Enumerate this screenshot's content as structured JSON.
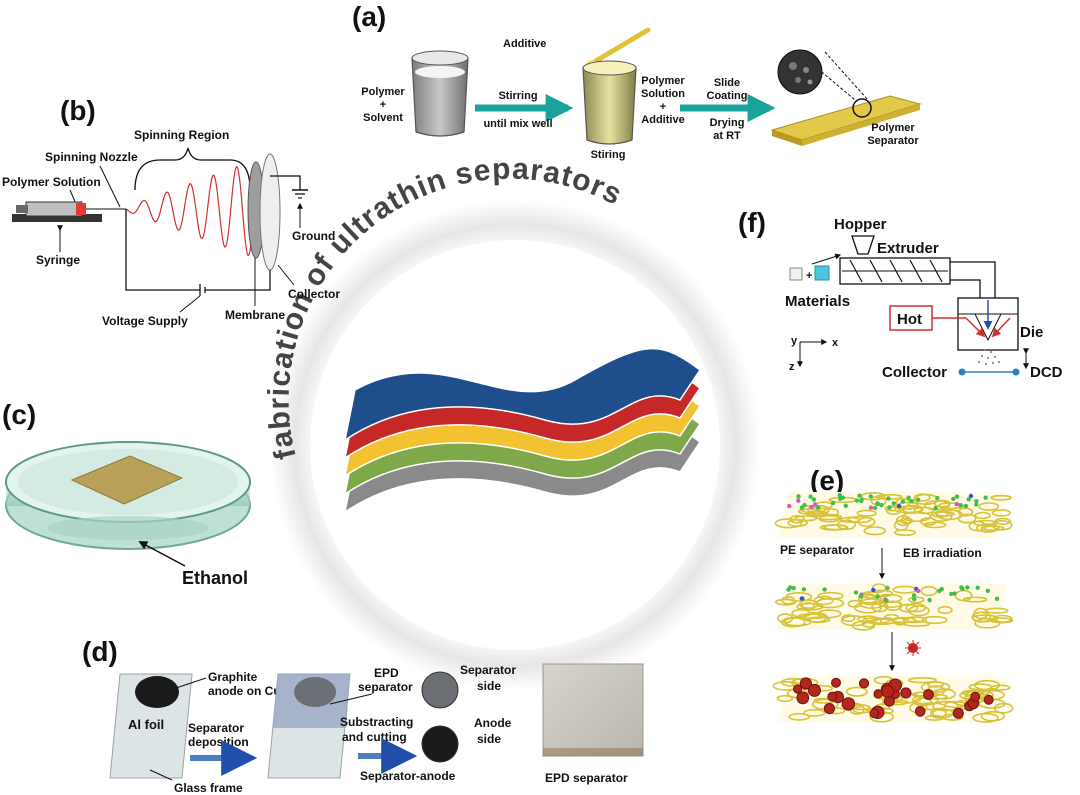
{
  "center": {
    "arc_title": "fabrication of ultrathin separators",
    "layer_colors": [
      "#1f4e8c",
      "#c62828",
      "#f2c230",
      "#7fa84a",
      "#8a8a8a"
    ]
  },
  "panel_a": {
    "tag": "(a)",
    "polymer_l1": "Polymer",
    "polymer_l2": "+",
    "polymer_l3": "Solvent",
    "stirring_l1": "Stirring",
    "stirring_l2": "until mix well",
    "additive": "Additive",
    "mix_l1": "Polymer",
    "mix_l2": "Solution",
    "mix_l3": "+",
    "mix_l4": "Additive",
    "stiring": "Stiring",
    "slide_l1": "Slide",
    "slide_l2": "Coating",
    "dry_l1": "Drying",
    "dry_l2": "at RT",
    "sep_l1": "Polymer",
    "sep_l2": "Separator"
  },
  "panel_b": {
    "tag": "(b)",
    "spinning_region": "Spinning Region",
    "spinning_nozzle": "Spinning Nozzle",
    "polymer_solution": "Polymer Solution",
    "syringe": "Syringe",
    "ground": "Ground",
    "collector": "Collector",
    "voltage_supply": "Voltage Supply",
    "membrane": "Membrane"
  },
  "panel_c": {
    "tag": "(c)",
    "ethanol": "Ethanol"
  },
  "panel_d": {
    "tag": "(d)",
    "al_foil": "Al foil",
    "graphite_l1": "Graphite",
    "graphite_l2": "anode on Cu",
    "sep_dep_l1": "Separator",
    "sep_dep_l2": "deposition",
    "glass_frame": "Glass frame",
    "epd_sep_l1": "EPD",
    "epd_sep_l2": "separator",
    "sub_l1": "Substracting",
    "sub_l2": "and cutting",
    "sepside_l1": "Separator",
    "sepside_l2": "side",
    "anodeside_l1": "Anode",
    "anodeside_l2": "side",
    "sep_anode": "Separator-anode",
    "epd_separator": "EPD separator"
  },
  "panel_e": {
    "tag": "(e)",
    "pe_separator": "PE separator",
    "eb_irradiation": "EB irradiation"
  },
  "panel_f": {
    "tag": "(f)",
    "hopper": "Hopper",
    "extruder": "Extruder",
    "materials": "Materials",
    "plus": "+",
    "hot": "Hot",
    "die": "Die",
    "axis_y": "y",
    "axis_x": "x",
    "axis_z": "z",
    "collector": "Collector",
    "dcd": "DCD"
  }
}
